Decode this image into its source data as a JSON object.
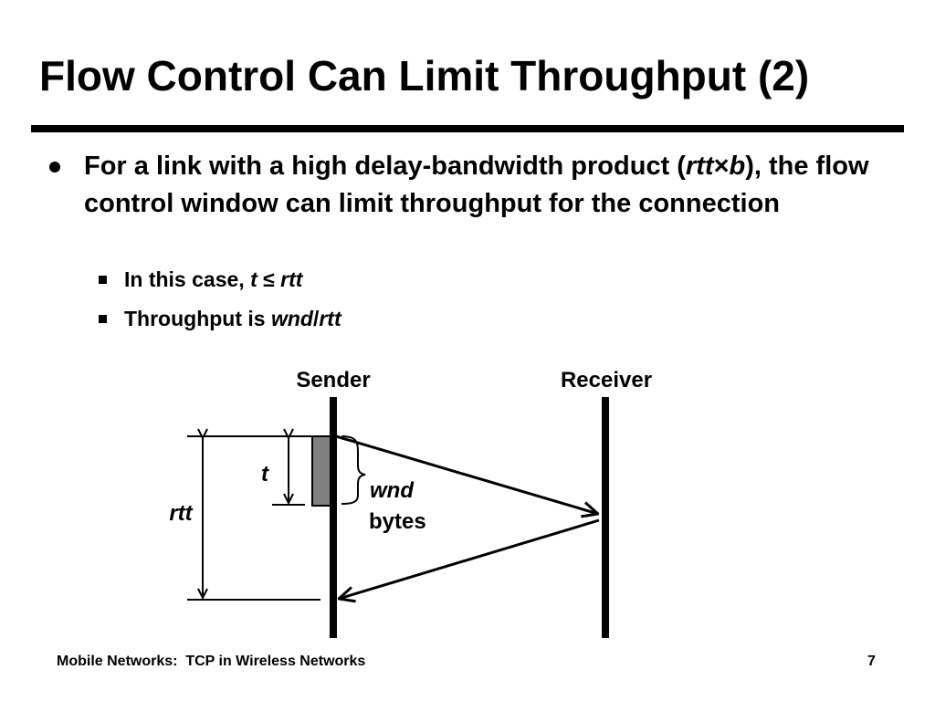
{
  "slide": {
    "title": "Flow Control Can Limit Throughput (2)"
  },
  "bullet": {
    "text_before": "For a link with a high delay-bandwidth product (",
    "rtt": "rtt",
    "times": "×",
    "b": "b",
    "text_after": "), the flow control window can limit throughput for the connection"
  },
  "subbullets": [
    {
      "text": "In this case, ",
      "var1": "t",
      "symbol": " ≤ ",
      "var2": "rtt"
    },
    {
      "text": "Throughput is ",
      "var1": "wnd",
      "symbol": "/",
      "var2": "rtt"
    }
  ],
  "diagram": {
    "sender_label": "Sender",
    "receiver_label": "Receiver",
    "t_label": "t",
    "rtt_label": "rtt",
    "wnd_label": "wnd",
    "bytes_label": "bytes",
    "block_color": "#808080"
  },
  "footer": {
    "course": "Mobile Networks:  TCP in Wireless Networks",
    "page_number": "7"
  }
}
